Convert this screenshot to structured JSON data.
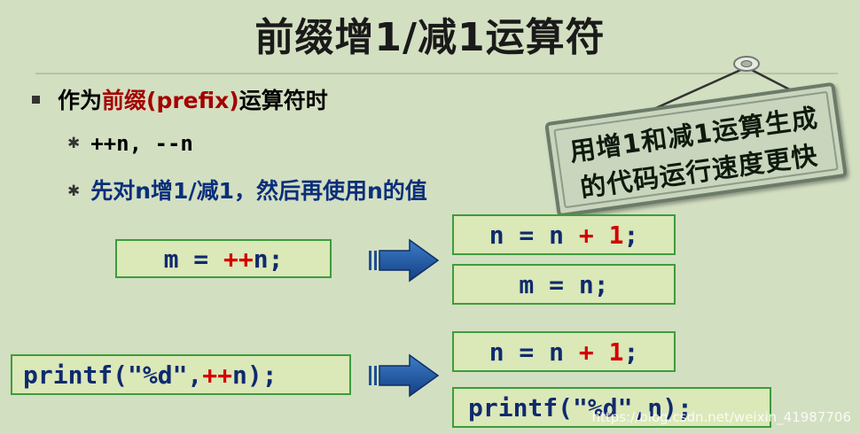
{
  "slide": {
    "title": "前缀增1/减1运算符",
    "bullet1": {
      "prefix_text": "作为",
      "highlight": "前缀(prefix)",
      "suffix_text": "运算符时"
    },
    "sub_bullet1": "++n, --n",
    "sub_bullet2": "先对n增1/减1，然后再使用n的值"
  },
  "sign": {
    "line1": "用增1和减1运算生成",
    "line2": "的代码运行速度更快"
  },
  "example1": {
    "source": {
      "pre": "m = ",
      "op": "++",
      "post": "n;"
    },
    "step1": {
      "pre": "n = n ",
      "op": "+ 1",
      "post": ";"
    },
    "step2": "m = n;"
  },
  "example2": {
    "source": {
      "pre": "printf(\"%d\",",
      "op": "++",
      "post": "n);"
    },
    "step1": {
      "pre": "n = n ",
      "op": "+ 1",
      "post": ";"
    },
    "step2": "printf(\"%d\",n);"
  },
  "watermark": "https://blog.csdn.net/weixin_41987706",
  "colors": {
    "background": "#d3dfc1",
    "code_box": "#dbe8b8",
    "code_border": "#3d9c3d",
    "code_text": "#0f2a6e",
    "operator": "#d40000",
    "highlight": "#a30000"
  }
}
